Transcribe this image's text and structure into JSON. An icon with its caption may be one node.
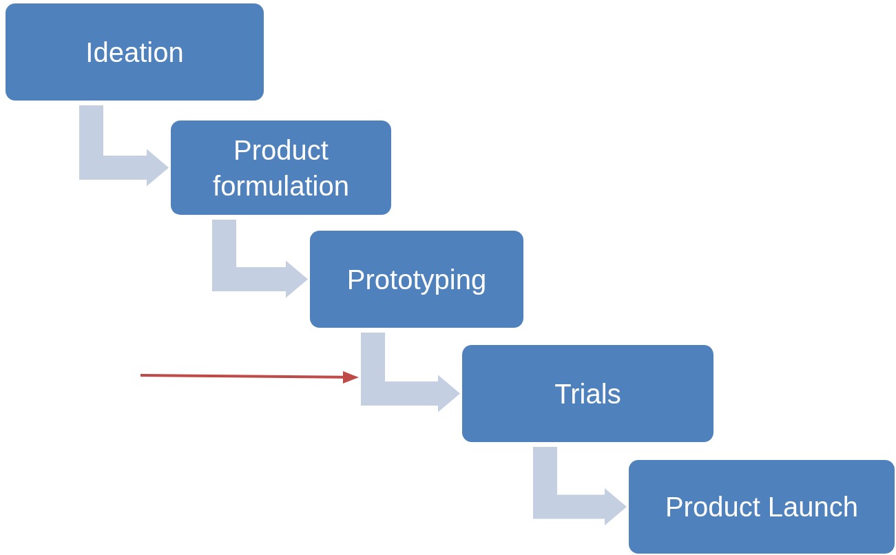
{
  "diagram": {
    "nodes": [
      {
        "text": [
          "Ideation"
        ]
      },
      {
        "text": [
          "Product formulation"
        ]
      },
      {
        "text": [
          "Prototyping"
        ]
      },
      {
        "text": [
          "Trials"
        ]
      },
      {
        "text": [
          "Product Launch"
        ]
      }
    ],
    "edges": [
      {
        "from": 0,
        "to": 1,
        "arrow": "to",
        "style": "thick"
      },
      {
        "from": 1,
        "to": 2,
        "arrow": "to",
        "style": "thick"
      },
      {
        "from": 2,
        "to": 3,
        "arrow": "to",
        "style": "thick"
      },
      {
        "from": 3,
        "to": 4,
        "arrow": "to",
        "style": "thick"
      }
    ]
  }
}
